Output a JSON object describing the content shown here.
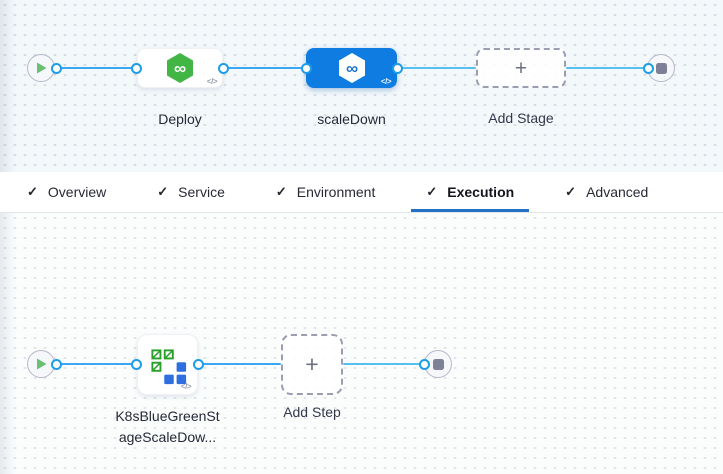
{
  "pipeline_studio": {
    "glyphs": {
      "check": "✓",
      "plus": "+",
      "code": "</>",
      "infinity": "∞"
    },
    "stage_graph": {
      "start_node_icon": "play-icon",
      "end_node_icon": "stop-icon",
      "stages": [
        {
          "label": "Deploy",
          "icon": "cd-hexagon-icon",
          "selected": false
        },
        {
          "label": "scaleDown",
          "icon": "cd-hexagon-icon",
          "selected": true
        }
      ],
      "add_stage": {
        "label": "Add Stage"
      }
    },
    "tabs": {
      "items": [
        {
          "label": "Overview",
          "completed": true,
          "active": false
        },
        {
          "label": "Service",
          "completed": true,
          "active": false
        },
        {
          "label": "Environment",
          "completed": true,
          "active": false
        },
        {
          "label": "Execution",
          "completed": true,
          "active": true
        },
        {
          "label": "Advanced",
          "completed": true,
          "active": false
        }
      ]
    },
    "step_graph": {
      "start_node_icon": "play-icon",
      "end_node_icon": "stop-icon",
      "steps": [
        {
          "label_lines": [
            "K8sBlueGreenSt",
            "ageScaleDow..."
          ],
          "icon": "k8s-blue-green-icon"
        }
      ],
      "add_step": {
        "label": "Add Step"
      }
    },
    "colors": {
      "selected_stage_blue": "#0f7ce2",
      "connector_blue": "#3ba6f3",
      "connector_light_blue": "#55c0f0",
      "active_tab_underline": "#2472c8",
      "cd_green": "#42b645",
      "k8s_green": "#2aa02a",
      "k8s_blue": "#2e6ede",
      "stage_canvas_bg": "#f3f8fb",
      "step_canvas_bg": "#fbfdfd"
    }
  }
}
